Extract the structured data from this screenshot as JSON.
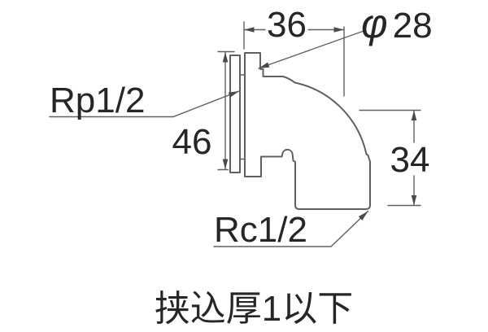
{
  "drawing": {
    "background_color": "#ffffff",
    "line_color": "#606060",
    "text_color": "#262626",
    "dimensions": {
      "top_width": "36",
      "flange_height": "46",
      "outlet_height": "34",
      "diameter_symbol": "φ",
      "diameter_value": "28"
    },
    "threads": {
      "inlet": "Rp1/2",
      "outlet": "Rc1/2"
    },
    "caption": "挟込厚1以下"
  }
}
